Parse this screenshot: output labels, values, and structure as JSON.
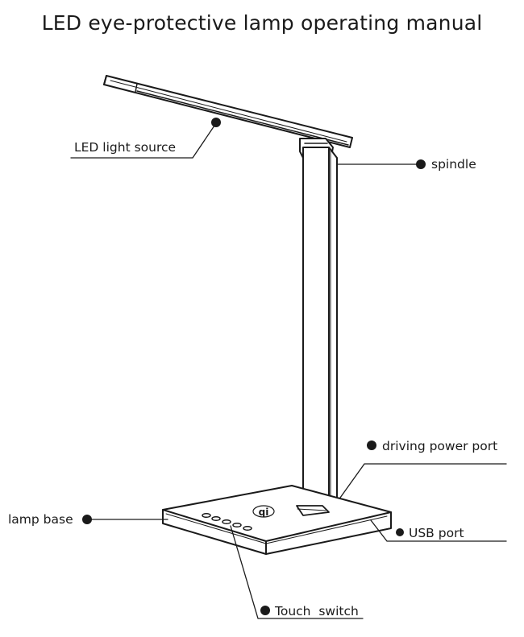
{
  "title": "LED eye-protective lamp operating manual",
  "labels": {
    "light_source": "LED light source",
    "spindle": "spindle",
    "driving_power_port": "driving power port",
    "lamp_base": "lamp base",
    "usb_port": "USB port",
    "touch_switch": "Touch  switch"
  },
  "qi_logo": "qi",
  "colors": {
    "ink": "#1a1a1a",
    "background": "#ffffff"
  }
}
